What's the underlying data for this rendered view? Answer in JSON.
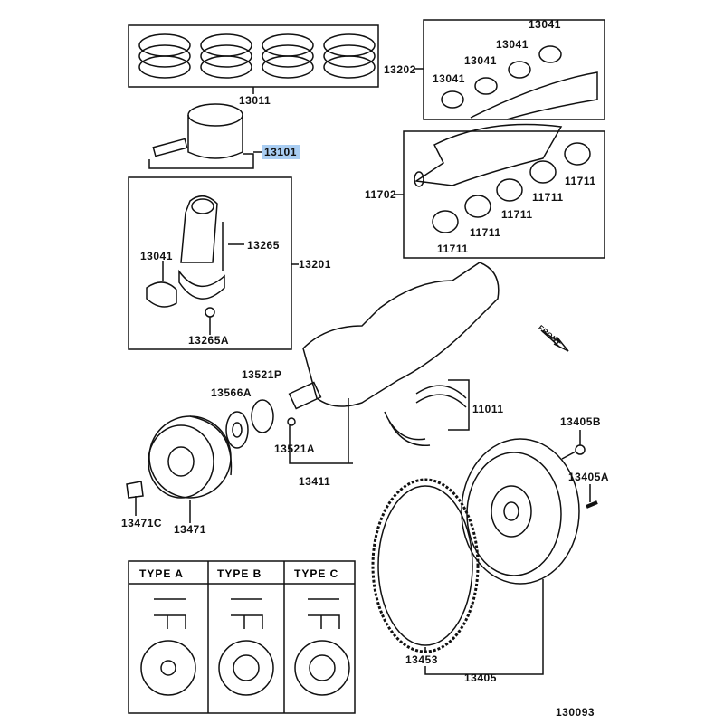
{
  "highlight_color": "#a9cdf2",
  "labels": {
    "piston_rings": "13011",
    "piston": "13101",
    "main_bearing_set_top": "13202",
    "bearing_a": "13041",
    "bearing_b": "13041",
    "bearing_c": "13041",
    "bearing_d": "13041",
    "crank_bearing_set": "11702",
    "b1": "11711",
    "b2": "11711",
    "b3": "11711",
    "b4": "11711",
    "b5": "11711",
    "conrod_set": "13201",
    "conrod_bearing": "13041",
    "conrod_bolt": "13265",
    "conrod_nut": "13265A",
    "sprocket": "13521P",
    "spacer": "13566A",
    "key": "13521A",
    "crankshaft": "13411",
    "thrust_washer": "11011",
    "flywheel_bolt": "13405B",
    "flywheel_pin": "13405A",
    "pulley_bolt": "13471C",
    "pulley": "13471",
    "ring_gear": "13453",
    "flywheel": "13405",
    "diagram_number": "130093",
    "front_marker": "FRONT"
  },
  "types": [
    "TYPE  A",
    "TYPE  B",
    "TYPE  C"
  ]
}
